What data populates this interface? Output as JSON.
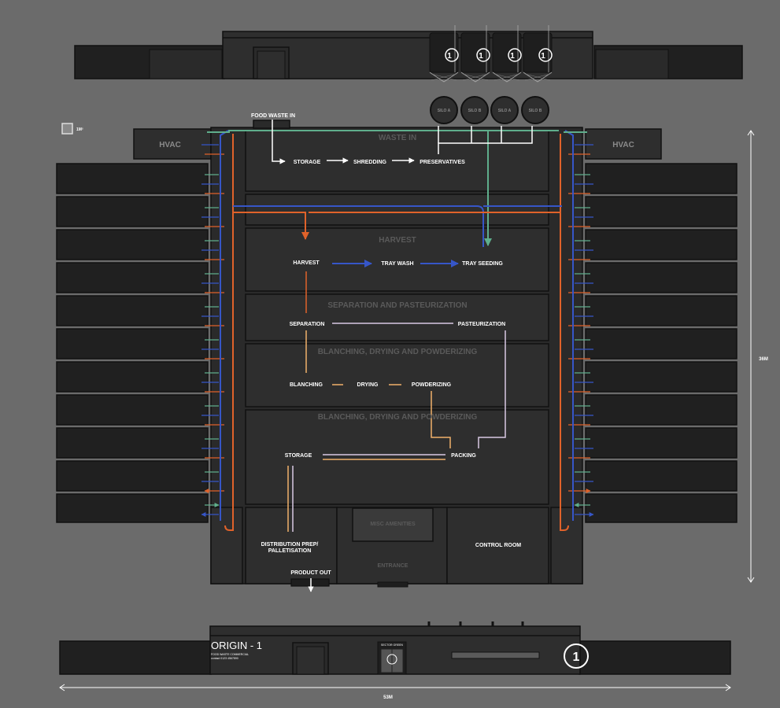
{
  "brand": {
    "name": "ORIGIN - 1",
    "subtitle_line1": "FOOD WASTE COMMERCIAL",
    "subtitle_line2": "contact 0123 4567890",
    "badge_text": "1",
    "door_sign": "SECTOR GREEN"
  },
  "legend": {
    "label": "1M²"
  },
  "dimensions": {
    "width_label": "53M",
    "height_label": "36M"
  },
  "silos": [
    "SILO A",
    "SILO B",
    "SILO A",
    "SILO B"
  ],
  "silo_badge": "1",
  "hvac_label": "HVAC",
  "zones": {
    "waste_in": "WASTE IN",
    "harvest": "HARVEST",
    "separation": "SEPARATION AND PASTEURIZATION",
    "blanching_1": "BLANCHING, DRYING AND POWDERIZING",
    "blanching_2": "BLANCHING, DRYING AND POWDERIZING",
    "misc": "MISC AMENITIES",
    "entrance": "ENTRANCE"
  },
  "steps": {
    "food_waste_in": "FOOD WASTE IN",
    "storage_in": "STORAGE",
    "shredding": "SHREDDING",
    "preservatives": "PRESERVATIVES",
    "harvest": "HARVEST",
    "tray_wash": "TRAY WASH",
    "tray_seeding": "TRAY SEEDING",
    "separation": "SEPARATION",
    "pasteurization": "PASTEURIZATION",
    "blanching": "BLANCHING",
    "drying": "DRYING",
    "powderizing": "POWDERIZING",
    "storage_out": "STORAGE",
    "packing": "PACKING",
    "distribution_1": "DISTRIBUTION PREP/",
    "distribution_2": "PALLETISATION",
    "control_room": "CONTROL ROOM",
    "product_out": "PRODUCT OUT"
  },
  "colors": {
    "background": "#6b6b6b",
    "blue": "#3656c8",
    "orange": "#e0622a",
    "green": "#5fae8c",
    "lilac": "#d8c8e4",
    "tan": "#f0b06a"
  }
}
